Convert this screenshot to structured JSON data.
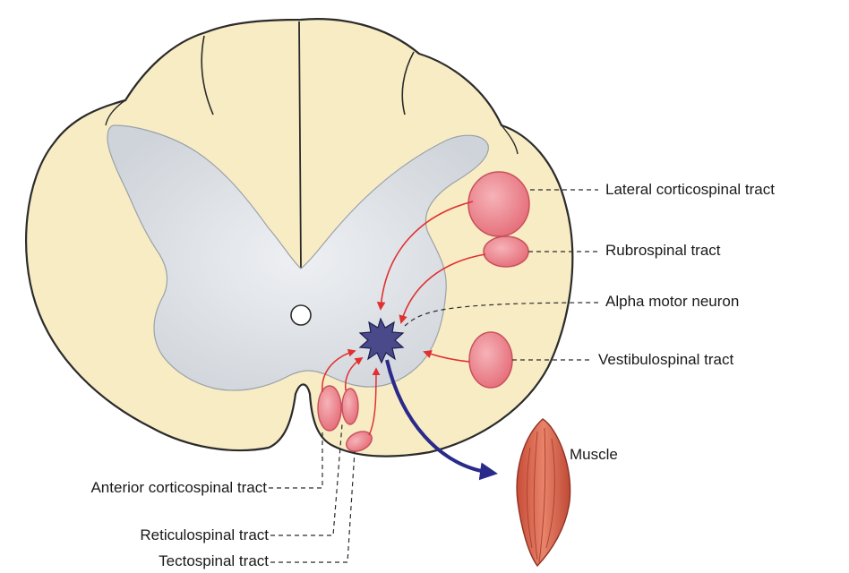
{
  "labels": {
    "lateral_corticospinal": "Lateral corticospinal tract",
    "rubrospinal": "Rubrospinal tract",
    "alpha_motor_neuron": "Alpha motor neuron",
    "vestibulospinal": "Vestibulospinal tract",
    "muscle": "Muscle",
    "anterior_corticospinal": "Anterior corticospinal tract",
    "reticulospinal": "Reticulospinal tract",
    "tectospinal": "Tectospinal tract"
  },
  "colors": {
    "white_matter": "#f8ecc4",
    "gray_matter": "#d9dde2",
    "outline": "#2b2b2b",
    "tract_fill": "#e87c86",
    "tract_arrow": "#e03030",
    "motor_output": "#2a2a8a",
    "neuron": "#4a4a8a",
    "muscle": "#d8614a"
  }
}
